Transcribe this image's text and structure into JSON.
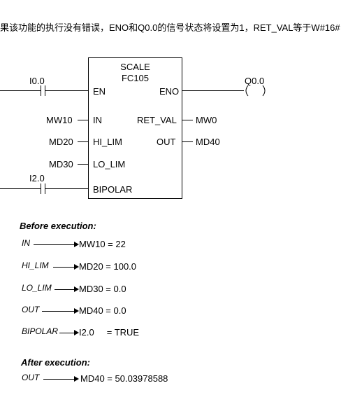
{
  "header": {
    "text": "果该功能的执行没有错误，ENO和Q0.0的信号状态将设置为1，RET_VAL等于W#16#"
  },
  "block": {
    "name": "SCALE",
    "number": "FC105",
    "pins_left": [
      "EN",
      "IN",
      "HI_LIM",
      "LO_LIM",
      "BIPOLAR"
    ],
    "pins_right": [
      "ENO",
      "RET_VAL",
      "OUT"
    ]
  },
  "operands": {
    "en_contact": "I0.0",
    "in": "MW10",
    "hi_lim": "MD20",
    "lo_lim": "MD30",
    "bipolar_contact": "I2.0",
    "eno_coil": "Q0.0",
    "ret_val": "MW0",
    "out": "MD40"
  },
  "before": {
    "title": "Before execution:",
    "rows": [
      {
        "param": "IN",
        "value": "MW10 = 22"
      },
      {
        "param": "HI_LIM",
        "value": "MD20  = 100.0"
      },
      {
        "param": "LO_LIM",
        "value": "MD30 = 0.0"
      },
      {
        "param": "OUT",
        "value": "MD40  = 0.0"
      },
      {
        "param": "BIPOLAR",
        "value": "I2.0     = TRUE"
      }
    ]
  },
  "after": {
    "title": "After execution:",
    "rows": [
      {
        "param": "OUT",
        "value": "MD40 = 50.03978588"
      }
    ]
  }
}
